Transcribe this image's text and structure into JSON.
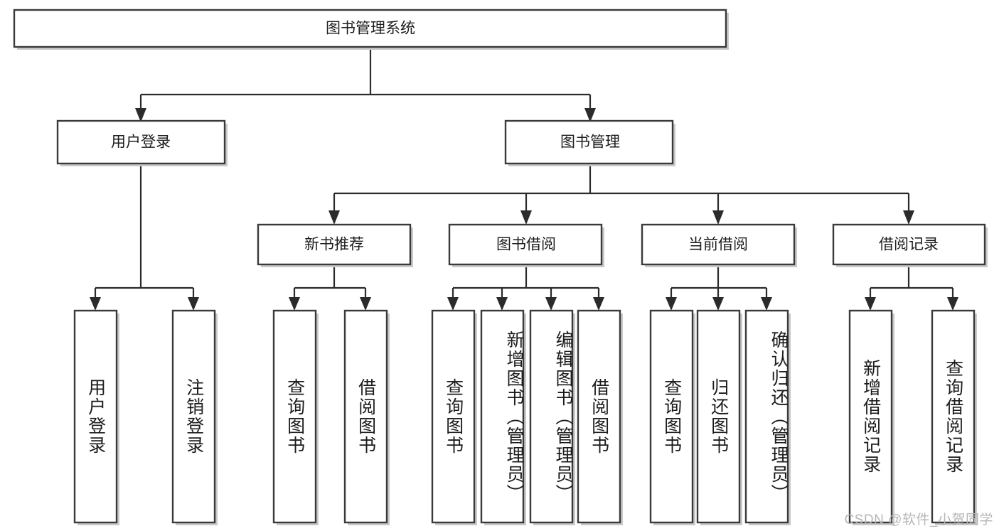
{
  "diagram": {
    "title": "图书管理系统",
    "type": "hierarchy-tree",
    "orientation": "top-down",
    "colors": {
      "box_stroke": "#3a3a3a",
      "box_fill": "#ffffff",
      "connector": "#2b2b2b",
      "shadow": "#c9c9c9",
      "text": "#1c1c1c",
      "watermark": "#b6b6b6"
    },
    "root": {
      "label": "图书管理系统"
    },
    "level2": [
      {
        "label": "用户登录"
      },
      {
        "label": "图书管理"
      }
    ],
    "level3": [
      {
        "label": "新书推荐"
      },
      {
        "label": "图书借阅"
      },
      {
        "label": "当前借阅"
      },
      {
        "label": "借阅记录"
      }
    ],
    "leaves": {
      "user_login": [
        {
          "label": "用户登录"
        },
        {
          "label": "注销登录"
        }
      ],
      "new_book_recommend": [
        {
          "label": "查询图书"
        },
        {
          "label": "借阅图书"
        }
      ],
      "book_borrow": [
        {
          "label": "查询图书"
        },
        {
          "label": "新增图书（管理员）"
        },
        {
          "label": "编辑图书（管理员）"
        },
        {
          "label": "借阅图书"
        }
      ],
      "current_borrow": [
        {
          "label": "查询图书"
        },
        {
          "label": "归还图书"
        },
        {
          "label": "确认归还（管理员）"
        }
      ],
      "borrow_record": [
        {
          "label": "新增借阅记录"
        },
        {
          "label": "查询借阅记录"
        }
      ]
    },
    "watermark": "CSDN @软件_小贺同学"
  }
}
